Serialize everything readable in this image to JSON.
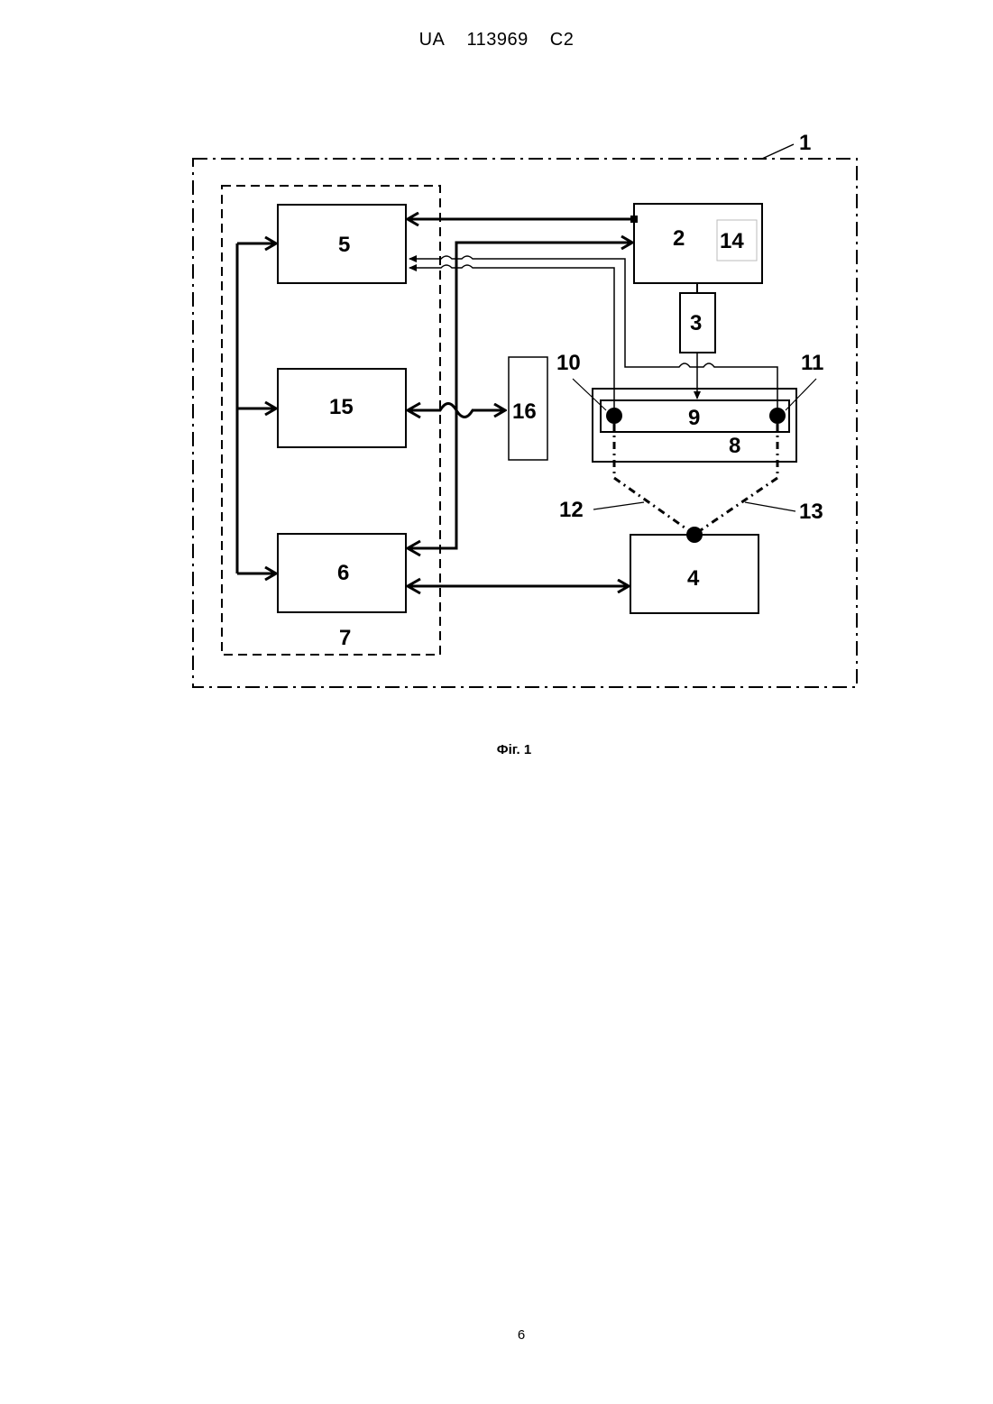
{
  "header": {
    "country": "UA",
    "number": "113969",
    "kind": "C2"
  },
  "figure": {
    "labels": {
      "l1": "1",
      "l2": "2",
      "l3": "3",
      "l4": "4",
      "l5": "5",
      "l6": "6",
      "l7": "7",
      "l8": "8",
      "l9": "9",
      "l10": "10",
      "l11": "11",
      "l12": "12",
      "l13": "13",
      "l14": "14",
      "l15": "15",
      "l16": "16"
    },
    "caption": "Фіг. 1"
  },
  "page_number": "6"
}
